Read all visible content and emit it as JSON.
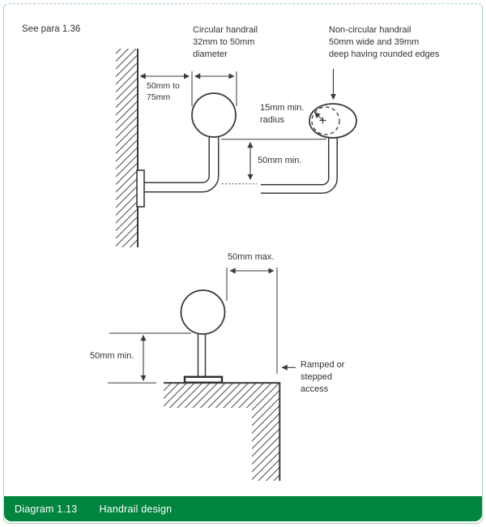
{
  "colors": {
    "caption_bg": "#00853e",
    "caption_text": "#ffffff",
    "page_border": "#a6d3b5",
    "line": "#3a3a3a",
    "text": "#333333"
  },
  "page": {
    "reference": "See para 1.36"
  },
  "labels": {
    "circular_handrail": "Circular handrail\n32mm to 50mm\ndiameter",
    "non_circular_handrail": "Non-circular handrail\n50mm wide and 39mm\ndeep having rounded edges",
    "wall_gap": "50mm to\n75mm",
    "radius": "15mm min.\nradius",
    "clearance_below": "50mm min.",
    "top_extension": "50mm max.",
    "height_above_surface": "50mm min.",
    "access": "Ramped or\nstepped\naccess"
  },
  "caption": {
    "number": "Diagram 1.13",
    "title": "Handrail design"
  }
}
